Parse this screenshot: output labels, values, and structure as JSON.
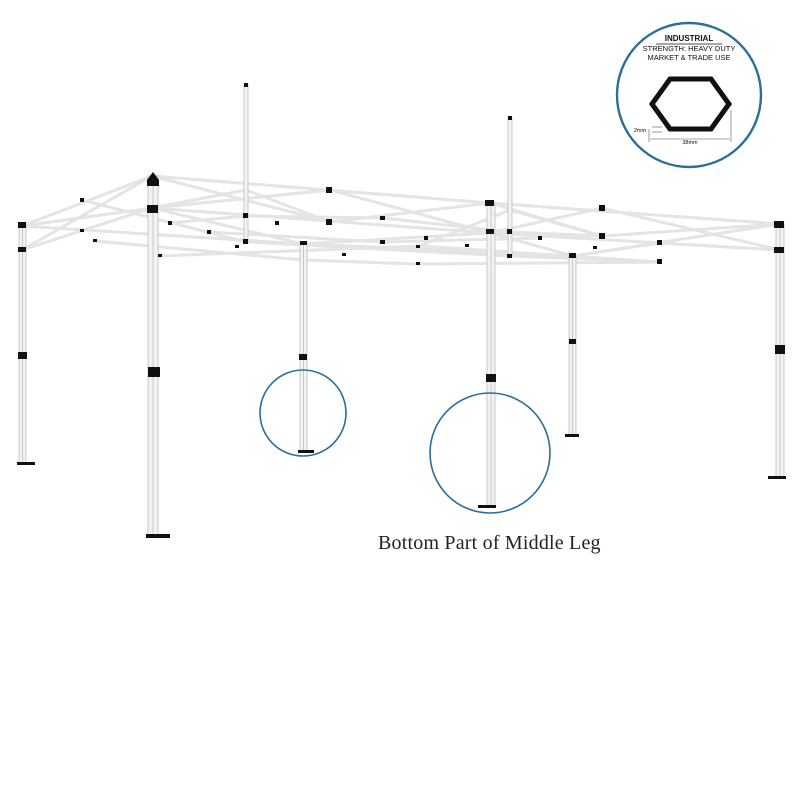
{
  "caption": "Bottom Part of Middle Leg",
  "badge": {
    "title": "INDUSTRIAL",
    "line1": "STRENGTH: HEAVY DUTY",
    "line2": "MARKET & TRADE USE",
    "wall_label": "2mm",
    "width_label": "38mm"
  },
  "colors": {
    "callout_circle": "#2a6f97",
    "frame": "#e6e6e6",
    "joints": "#111111"
  }
}
